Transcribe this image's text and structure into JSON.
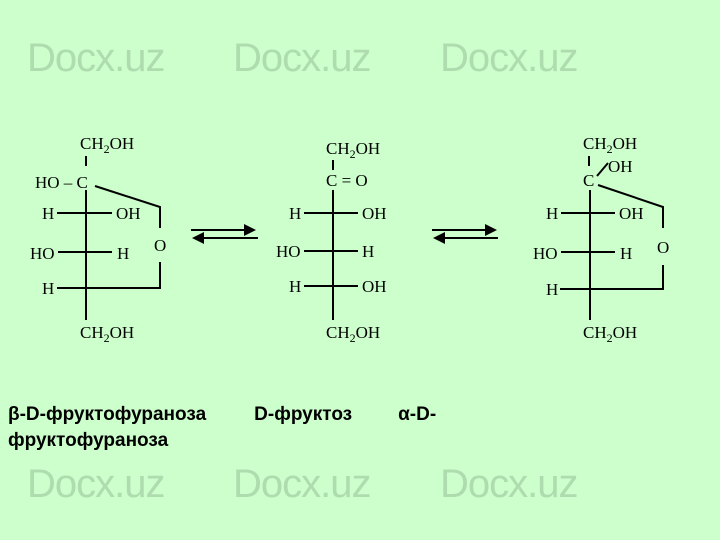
{
  "watermark": "Docx.uz",
  "group": {
    "main": "CH",
    "sub": "2",
    "tail": "OH"
  },
  "beta": {
    "ho_c": "HO – C",
    "h1": "H",
    "oh1": "OH",
    "ho2": "HO",
    "h2": "H",
    "h3": "H",
    "ring_o": "O"
  },
  "open": {
    "c_o": "C = O",
    "h1": "H",
    "oh1": "OH",
    "ho2": "HO",
    "h2": "H",
    "h3": "H",
    "oh3": "OH"
  },
  "alpha": {
    "c": "C",
    "oh_top": "OH",
    "h1": "H",
    "oh1": "OH",
    "ho2": "HO",
    "h2": "H",
    "h3": "H",
    "ring_o": "O"
  },
  "caption": {
    "beta": "β-D-фруктофураноза",
    "open": "D-фруктоз",
    "alpha_line1": "α-D-",
    "alpha_line2": "фруктофураноза"
  }
}
